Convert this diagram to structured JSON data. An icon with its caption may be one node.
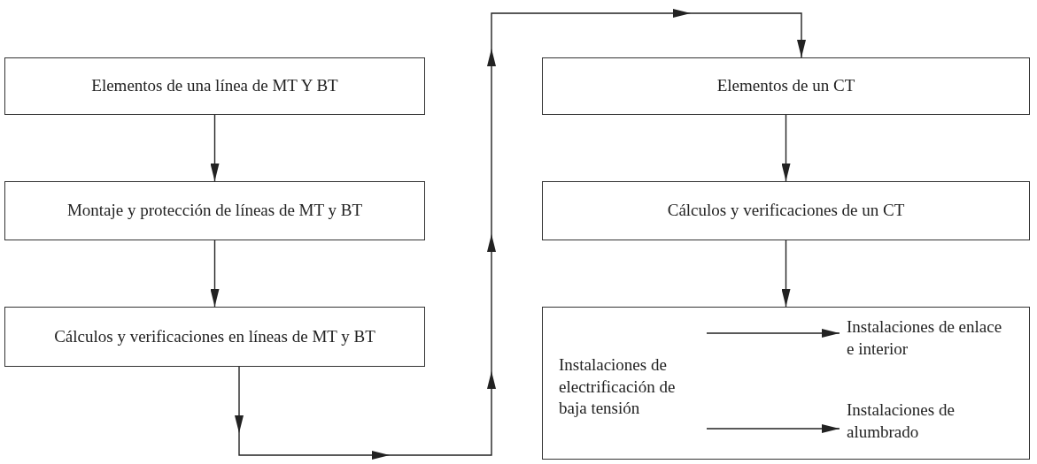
{
  "diagram": {
    "nodes": [
      {
        "text": [
          "Elementos de una línea de MT Y BT"
        ]
      },
      {
        "text": [
          "Montaje y protección de líneas de MT y BT"
        ]
      },
      {
        "text": [
          "Cálculos y verificaciones en líneas de MT y BT"
        ]
      },
      {
        "text": [
          "Elementos de un CT"
        ]
      },
      {
        "text": [
          "Cálculos y verificaciones de un CT"
        ]
      },
      {
        "text": [],
        "shape": "box"
      },
      {
        "text": [
          "Instalaciones de electrificación de baja tensión"
        ],
        "in": 5
      },
      {
        "text": [
          "Instalaciones de enlace e interior"
        ],
        "in": 5
      },
      {
        "text": [
          "Instalaciones de alumbrado"
        ],
        "in": 5
      }
    ],
    "edges": [
      {
        "from": 0,
        "to": 1,
        "arrow": "to"
      },
      {
        "from": 1,
        "to": 2,
        "arrow": "to"
      },
      {
        "from": 2,
        "to": 3,
        "arrow": "to"
      },
      {
        "from": 3,
        "to": 4,
        "arrow": "to"
      },
      {
        "from": 4,
        "to": 5,
        "arrow": "to"
      },
      {
        "from": 6,
        "to": 7,
        "arrow": "to"
      },
      {
        "from": 6,
        "to": 8,
        "arrow": "to"
      }
    ]
  }
}
